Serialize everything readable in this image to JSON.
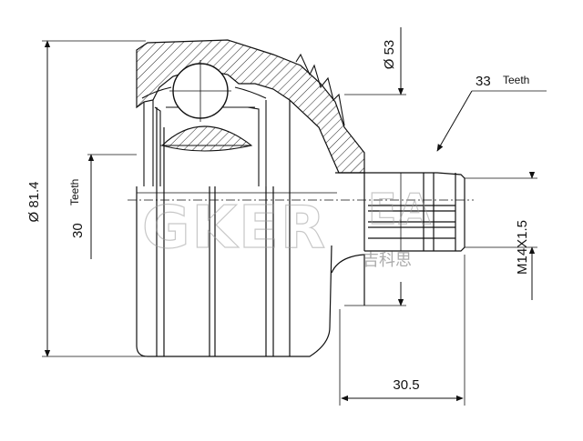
{
  "drawing": {
    "overall_diameter": "Ø 81.4",
    "outer_race_diameter": "Ø 53",
    "inner_spline_value": "30",
    "inner_spline_unit": "Teeth",
    "outer_spline_value": "33",
    "outer_spline_unit": "Teeth",
    "thread": "M14X1.5",
    "shaft_length": "30.5"
  },
  "watermark": {
    "brand": "GKER",
    "brand_tail": "EA",
    "chinese": "吉科思"
  },
  "colors": {
    "line": "#111111",
    "hatch": "#222222",
    "watermark": "#9a9a9a"
  }
}
